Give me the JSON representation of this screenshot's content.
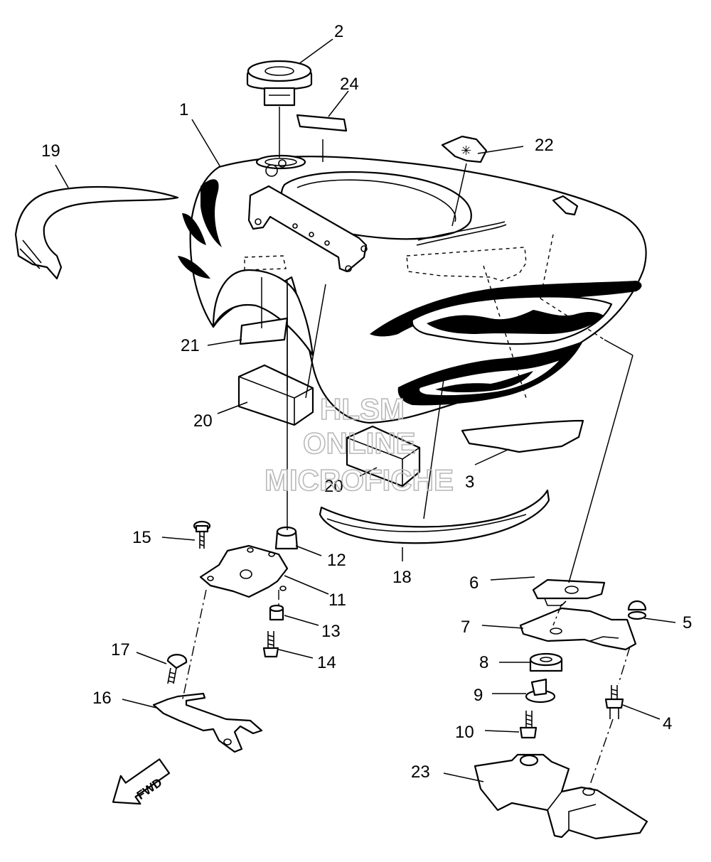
{
  "watermark": {
    "line1": "HLSM",
    "line2": "ONLINE",
    "line3": "MICROFICHE"
  },
  "fwd_label": "FWD",
  "callouts": {
    "c1": "1",
    "c2": "2",
    "c3": "3",
    "c4": "4",
    "c5": "5",
    "c6": "6",
    "c7": "7",
    "c8": "8",
    "c9": "9",
    "c10": "10",
    "c11": "11",
    "c12": "12",
    "c13": "13",
    "c14": "14",
    "c15": "15",
    "c16": "16",
    "c17": "17",
    "c18": "18",
    "c19": "19",
    "c20a": "20",
    "c20b": "20",
    "c21": "21",
    "c22": "22",
    "c23": "23",
    "c24": "24"
  }
}
